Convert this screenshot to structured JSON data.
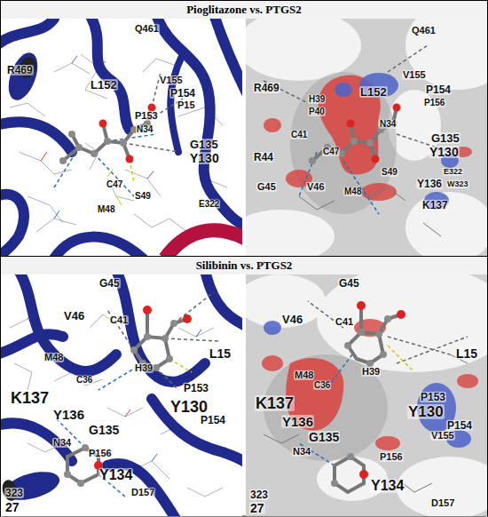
{
  "diagram": {
    "nodes": [
      {
        "text": [
          "Pioglitazone vs. PTGS2"
        ]
      },
      {
        "text": [
          "Silibinin vs. PTGS2"
        ]
      }
    ],
    "labels": [
      "Q461",
      "R469",
      "V155",
      "L152",
      "P154",
      "P15",
      "P153",
      "N34",
      "G135",
      "Y130",
      "C47",
      "S49",
      "M48",
      "E322",
      "Q461",
      "V155",
      "P154",
      "L152",
      "P156",
      "R469",
      "H39",
      "P40",
      "N34",
      "G135",
      "Y130",
      "C41",
      "R44",
      "C47",
      "S49",
      "G45",
      "V46",
      "M48",
      "Y136",
      "E322",
      "W323",
      "K137",
      "G45",
      "V46",
      "C41",
      "M48",
      "H39",
      "L15",
      "C36",
      "P153",
      "K137",
      "Y130",
      "Y136",
      "G135",
      "P154",
      "N34",
      "P156",
      "Y134",
      "D157",
      "323",
      "27",
      "G45",
      "V46",
      "C41",
      "M48",
      "H39",
      "C36",
      "L15",
      "P153",
      "K137",
      "Y130",
      "Y136",
      "G135",
      "V155",
      "P154",
      "N34",
      "P156",
      "Y134",
      "D157",
      "323",
      "27"
    ]
  }
}
